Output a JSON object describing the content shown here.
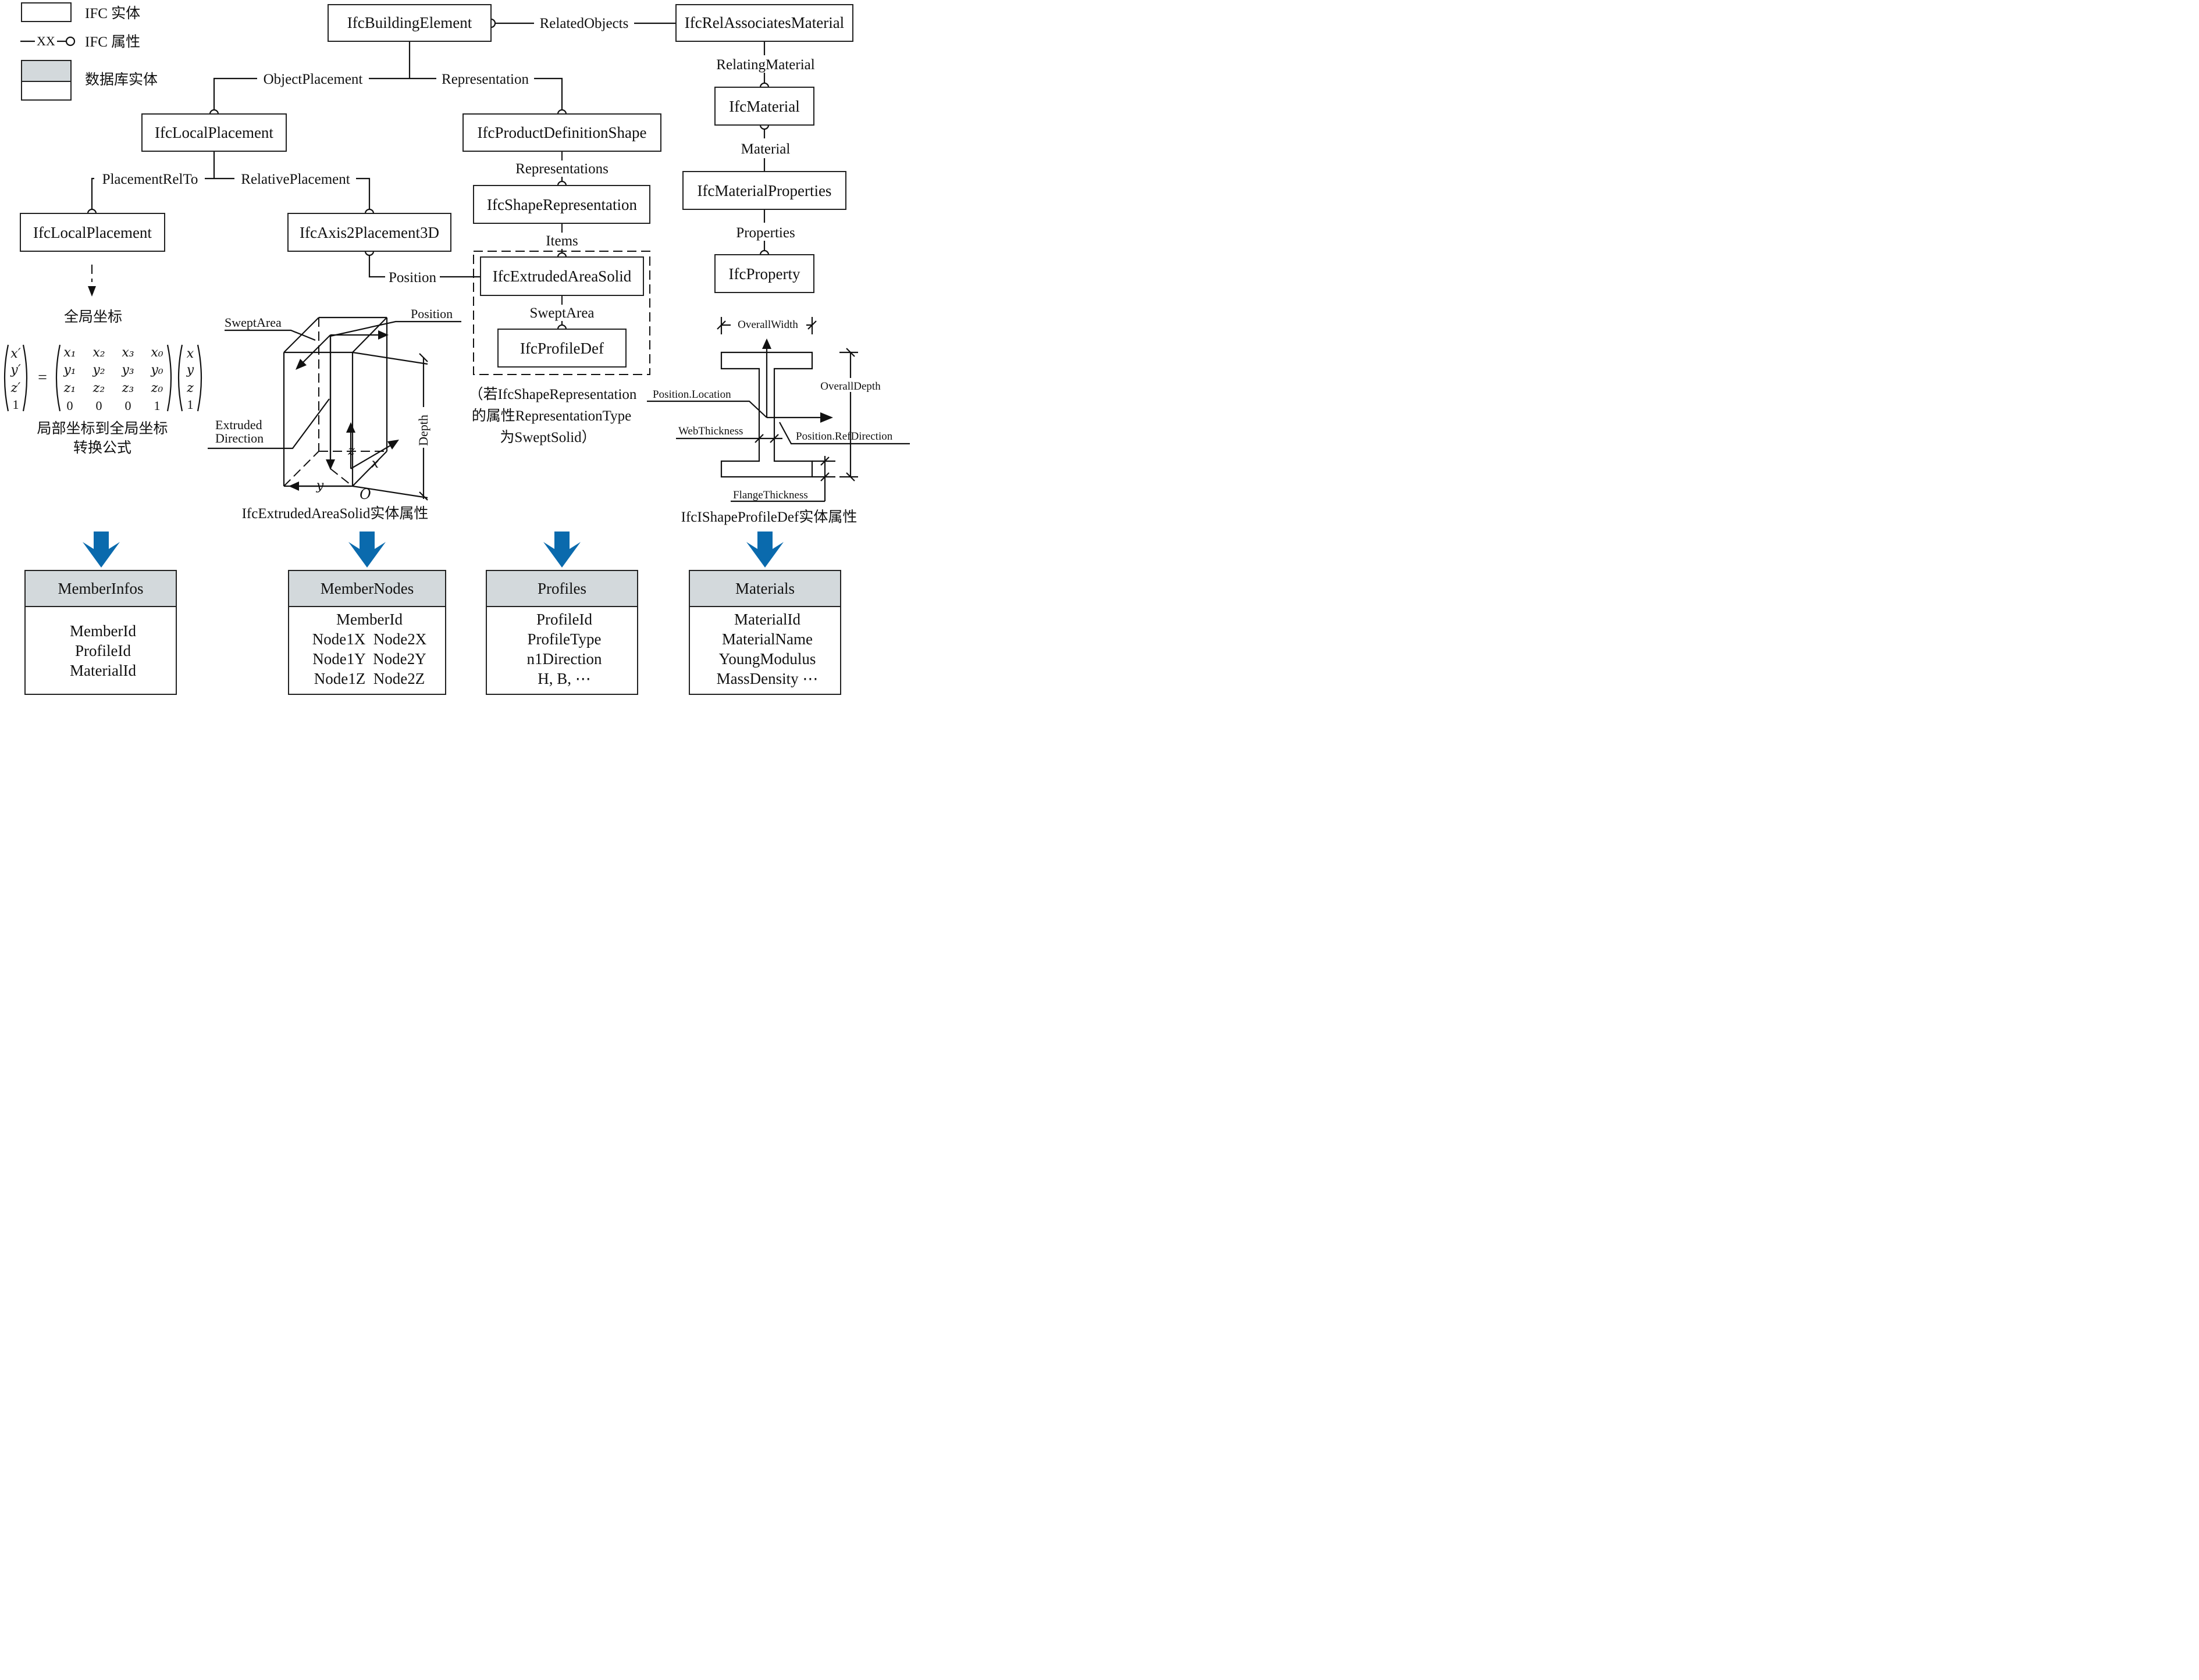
{
  "legend": {
    "entity": "IFC 实体",
    "attr_sample": "XX",
    "attribute": "IFC 属性",
    "db_entity": "数据库实体"
  },
  "entities": {
    "building_element": "IfcBuildingElement",
    "rel_assoc_material": "IfcRelAssociatesMaterial",
    "local_placement": "IfcLocalPlacement",
    "local_placement_2": "IfcLocalPlacement",
    "product_def_shape": "IfcProductDefinitionShape",
    "axis2placement": "IfcAxis2Placement3D",
    "shape_representation": "IfcShapeRepresentation",
    "extruded_area_solid": "IfcExtrudedAreaSolid",
    "profile_def": "IfcProfileDef",
    "material": "IfcMaterial",
    "material_properties": "IfcMaterialProperties",
    "property": "IfcProperty"
  },
  "attributes": {
    "related_objects": "RelatedObjects",
    "object_placement": "ObjectPlacement",
    "representation": "Representation",
    "placement_rel_to": "PlacementRelTo",
    "relative_placement": "RelativePlacement",
    "representations": "Representations",
    "items": "Items",
    "position": "Position",
    "swept_area": "SweptArea",
    "relating_material": "RelatingMaterial",
    "material": "Material",
    "properties": "Properties"
  },
  "global_coord": {
    "label": "全局坐标",
    "matrix_lhs": [
      "x′",
      "y′",
      "z′",
      "1"
    ],
    "matrix": [
      [
        "x₁",
        "x₂",
        "x₃",
        "x₀"
      ],
      [
        "y₁",
        "y₂",
        "y₃",
        "y₀"
      ],
      [
        "z₁",
        "z₂",
        "z₃",
        "z₀"
      ],
      [
        "0",
        "0",
        "0",
        "1"
      ]
    ],
    "matrix_rhs": [
      "x",
      "y",
      "z",
      "1"
    ],
    "caption_line1": "局部坐标到全局坐标",
    "caption_line2": "转换公式"
  },
  "extrusion_figure": {
    "swept_area": "SweptArea",
    "position": "Position",
    "extruded_direction_1": "Extruded",
    "extruded_direction_2": "Direction",
    "depth": "Depth",
    "axis_z": "z",
    "axis_x": "x",
    "axis_y": "y",
    "origin": "O",
    "caption": "IfcExtrudedAreaSolid实体属性"
  },
  "note": {
    "line1": "（若IfcShapeRepresentation",
    "line2": "的属性RepresentationType",
    "line3": "为SweptSolid）"
  },
  "ishape_figure": {
    "overall_width": "OverallWidth",
    "overall_depth": "OverallDepth",
    "position_location": "Position.Location",
    "web_thickness": "WebThickness",
    "position_ref_direction": "Position.RefDirection",
    "flange_thickness": "FlangeThickness",
    "caption": "IfcIShapeProfileDef实体属性"
  },
  "db_tables": [
    {
      "title": "MemberInfos",
      "rows": [
        "MemberId",
        "ProfileId",
        "MaterialId"
      ]
    },
    {
      "title": "MemberNodes",
      "rows": [
        "MemberId",
        "Node1X  Node2X",
        "Node1Y  Node2Y",
        "Node1Z  Node2Z"
      ]
    },
    {
      "title": "Profiles",
      "rows": [
        "ProfileId",
        "ProfileType",
        "n1Direction",
        "H, B, ⋯"
      ]
    },
    {
      "title": "Materials",
      "rows": [
        "MaterialId",
        "MaterialName",
        "YoungModulus",
        "MassDensity ⋯"
      ]
    }
  ],
  "colors": {
    "arrow": "#0a6aad",
    "db_header": "#d3d9dc"
  }
}
